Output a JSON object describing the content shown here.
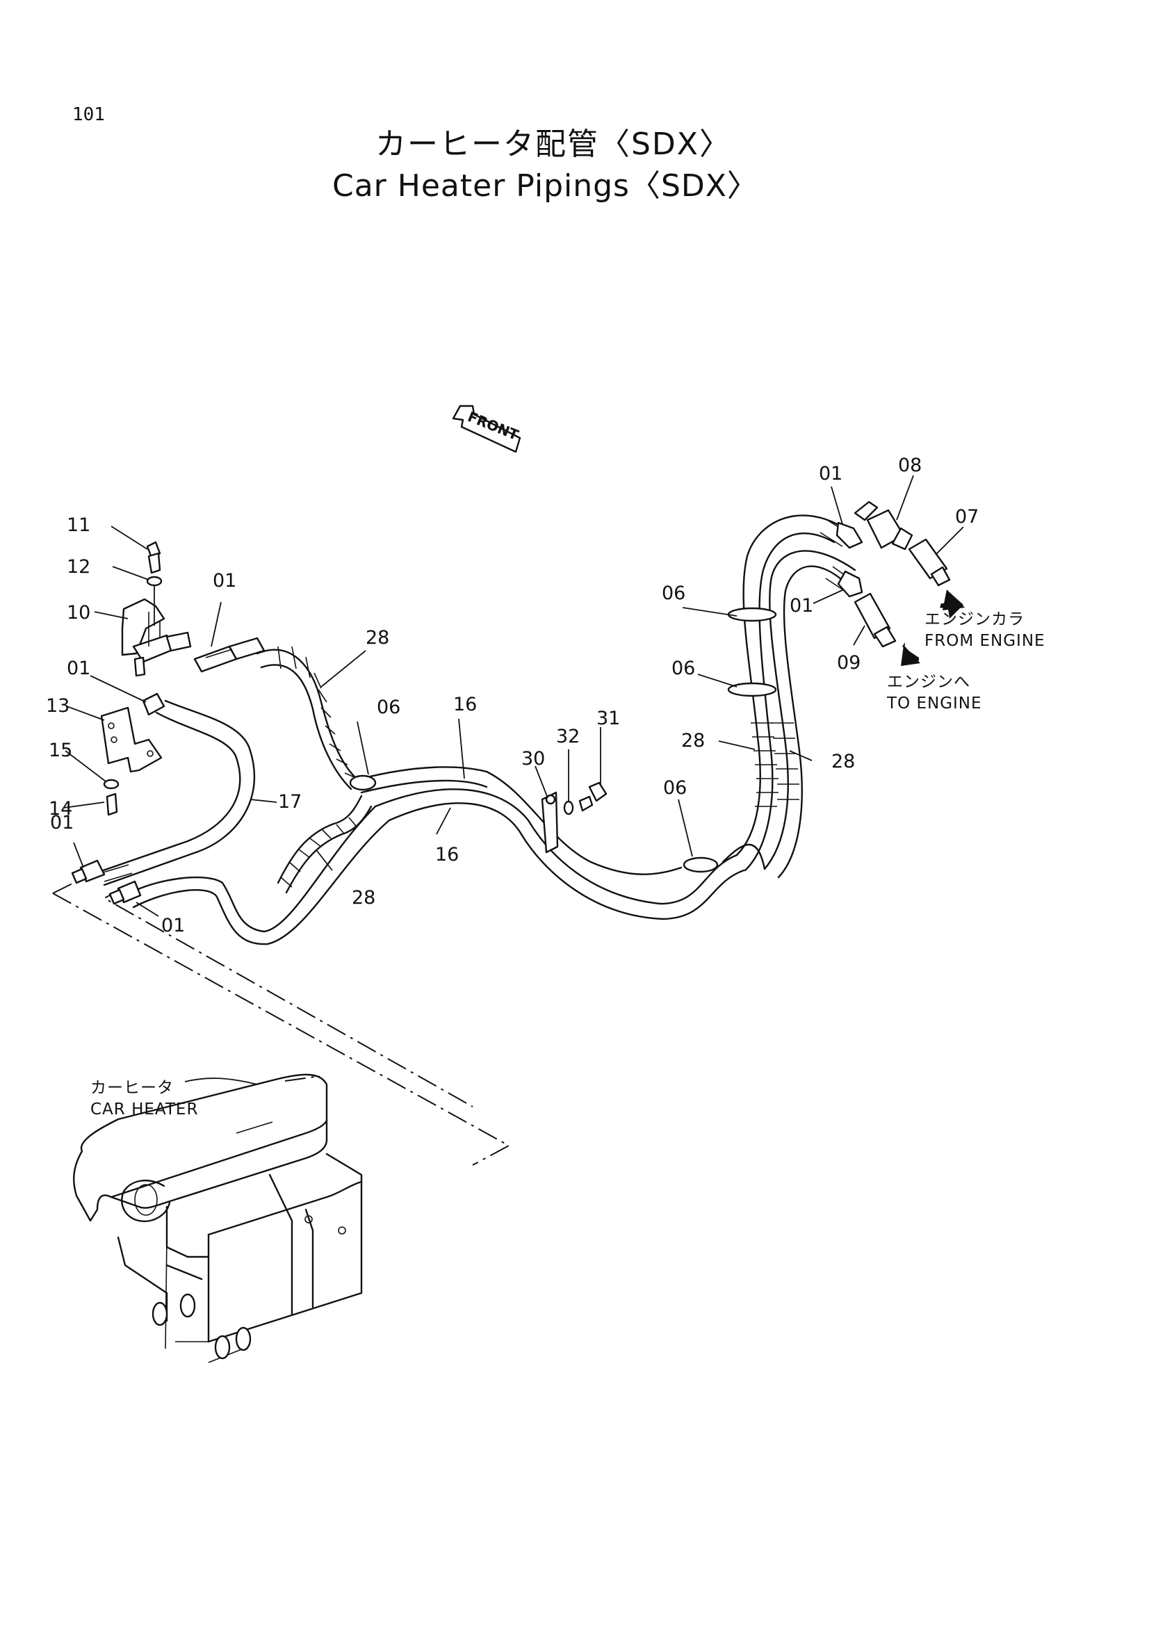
{
  "page_number": "101",
  "title_jp": "カーヒータ配管〈SDX〉",
  "title_en": "Car Heater Pipings〈SDX〉",
  "front_label": "FRONT",
  "from_engine_jp": "エンジンカラ",
  "from_engine_en": "FROM ENGINE",
  "to_engine_jp": "エンジンへ",
  "to_engine_en": "TO ENGINE",
  "car_heater_jp": "カーヒータ",
  "car_heater_en": "CAR HEATER",
  "callouts": {
    "c11": "11",
    "c12": "12",
    "c10": "10",
    "c01_a": "01",
    "c01_b": "01",
    "c13": "13",
    "c15": "15",
    "c14": "14",
    "c01_c": "01",
    "c01_d": "01",
    "c17": "17",
    "c28_a": "28",
    "c28_b": "28",
    "c06_a": "06",
    "c16_a": "16",
    "c16_b": "16",
    "c30": "30",
    "c32": "32",
    "c31": "31",
    "c06_b": "06",
    "c06_c": "06",
    "c06_d": "06",
    "c28_c": "28",
    "c28_d": "28",
    "c01_e": "01",
    "c01_f": "01",
    "c08": "08",
    "c07": "07",
    "c09": "09"
  }
}
